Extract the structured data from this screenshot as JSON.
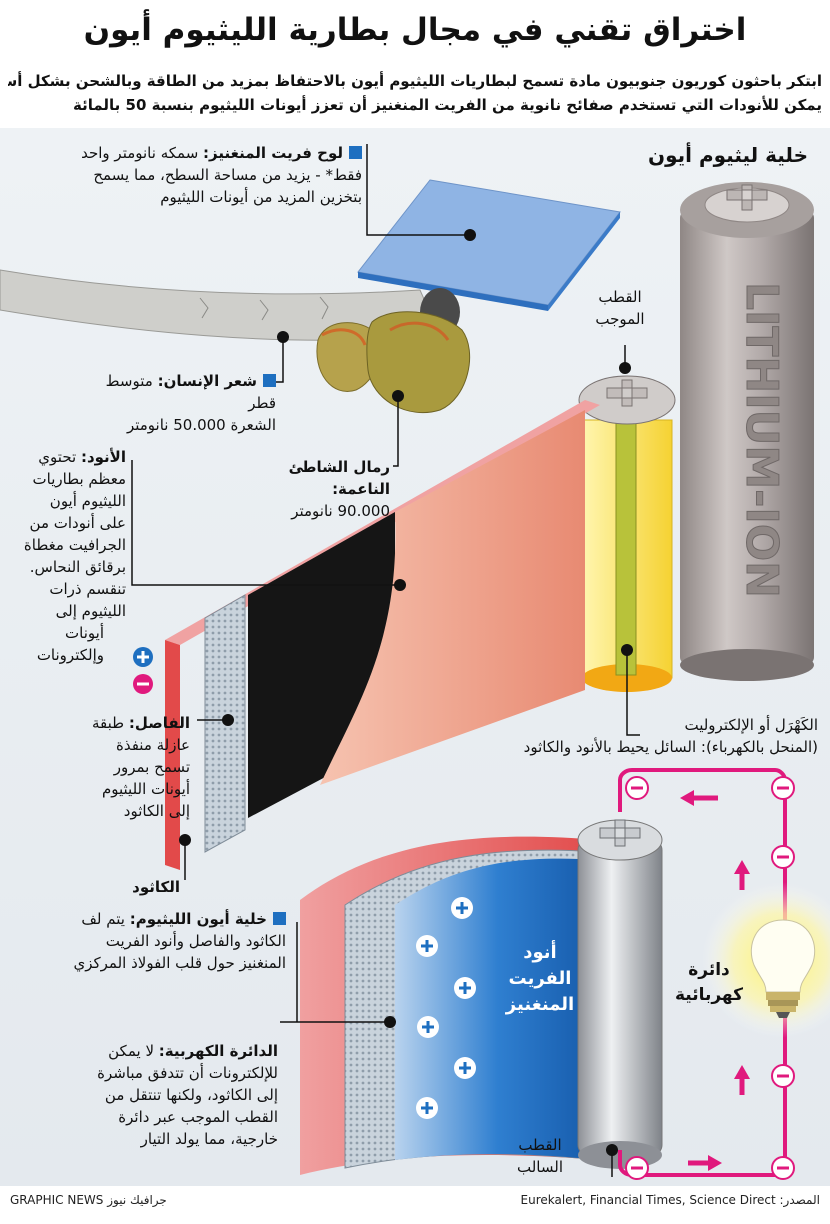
{
  "title": "اختراق تقني في مجال بطارية الليثيوم أيون",
  "intro": [
    "ابتكر باحثون كوريون جنوبيون مادة تسمح لبطاريات الليثيوم أيون بالاحتفاظ بمزيد من الطاقة وبالشحن بشكل أسرع.",
    "يمكن للأنودات التي تستخدم صفائح نانوية من الفريت المنغنيز أن تعزز أيونات الليثيوم بنسبة 50 بالمائة"
  ],
  "cell_heading": "خلية ليثيوم أيون",
  "battery_text": "LITHIUM-ION",
  "sheet": {
    "title": "لوح فريت المنغنيز:",
    "body_lines": [
      "سمكه نانومتر واحد",
      "فقط* - يزيد من مساحة السطح، مما يسمح",
      "بتخزين المزيد من أيونات الليثيوم"
    ]
  },
  "hair": {
    "title": "شعر الإنسان:",
    "body_lines": [
      "متوسط قطر",
      "الشعرة 50.000 نانومتر"
    ]
  },
  "sand": {
    "title": "رمال الشاطئ الناعمة:",
    "body_lines": [
      "90.000 نانومتر"
    ]
  },
  "positive_terminal": [
    "القطب",
    "الموجب"
  ],
  "anode": {
    "title": "الأنود:",
    "body_lines": [
      "تحتوي",
      "معظم بطاريات",
      "الليثيوم أيون",
      "على أنودات من",
      "الجرافيت مغطاة",
      "برقائق النحاس.",
      "تنقسم ذرات",
      "الليثيوم إلى",
      "أيونات",
      "وإلكترونات"
    ]
  },
  "electrolyte_lines": [
    "الكَهْرَل أو الإلكتروليت",
    "(المنحل بالكهرباء): السائل يحيط بالأنود والكاثود"
  ],
  "separator": {
    "title": "الفاصل:",
    "body_lines": [
      "طبقة",
      "عازلة منفذة",
      "تسمح بمرور",
      "أيونات الليثيوم",
      "إلى الكاثود"
    ]
  },
  "cathode_label": "الكاثود",
  "cell": {
    "title": "خلية أيون الليثيوم:",
    "body_lines": [
      "يتم لف",
      "الكاثود والفاصل وأنود الفريت",
      "المنغنيز حول قلب الفولاذ المركزي"
    ]
  },
  "circuit": {
    "title": "الدائرة الكهربية:",
    "body_lines": [
      "لا يمكن",
      "للإلكترونات أن تتدفق مباشرة",
      "إلى الكاثود، ولكنها تنتقل من",
      "القطب الموجب عبر دائرة",
      "خارجية، مما يولد التيار"
    ]
  },
  "anode_ferrite_lines": [
    "أنود",
    "الفريت",
    "المنغنيز"
  ],
  "electric_circuit_lines": [
    "دائرة",
    "كهربائية"
  ],
  "negative_terminal": [
    "القطب",
    "السالب"
  ],
  "footer": {
    "credit": "GRAPHIC NEWS جرافيك نيوز",
    "source_label": "المصدر:",
    "source_text": "Eurekalert, Financial Times, Science Direct"
  },
  "colors": {
    "title_blue": "#1e6fc0",
    "magenta": "#e0197d",
    "cathode_red": "#e85a5a",
    "anode_blue": "#1f6fc8",
    "panel_bg": "#e9eef2"
  }
}
